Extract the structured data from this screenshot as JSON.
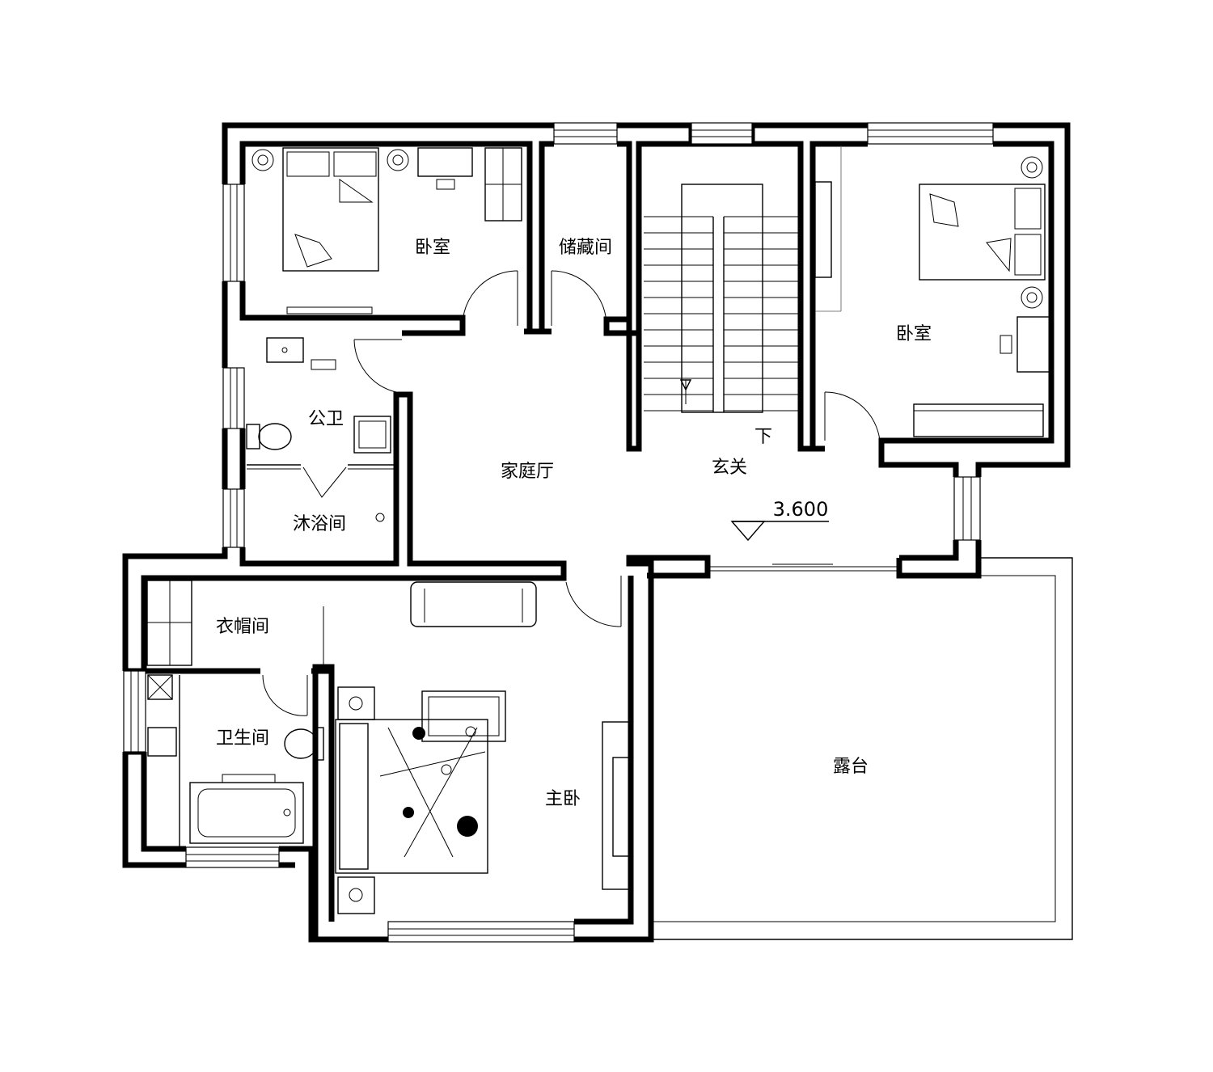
{
  "rooms": {
    "bedroom_nw": "卧室",
    "storage": "储藏间",
    "bedroom_ne": "卧室",
    "public_wc": "公卫",
    "shower": "沐浴间",
    "family_hall": "家庭厅",
    "foyer": "玄关",
    "stair_down": "下",
    "cloakroom": "衣帽间",
    "bathroom": "卫生间",
    "master_bedroom": "主卧",
    "terrace": "露台"
  },
  "level_mark": "3.600",
  "colors": {
    "line": "#000000",
    "background": "#ffffff"
  }
}
